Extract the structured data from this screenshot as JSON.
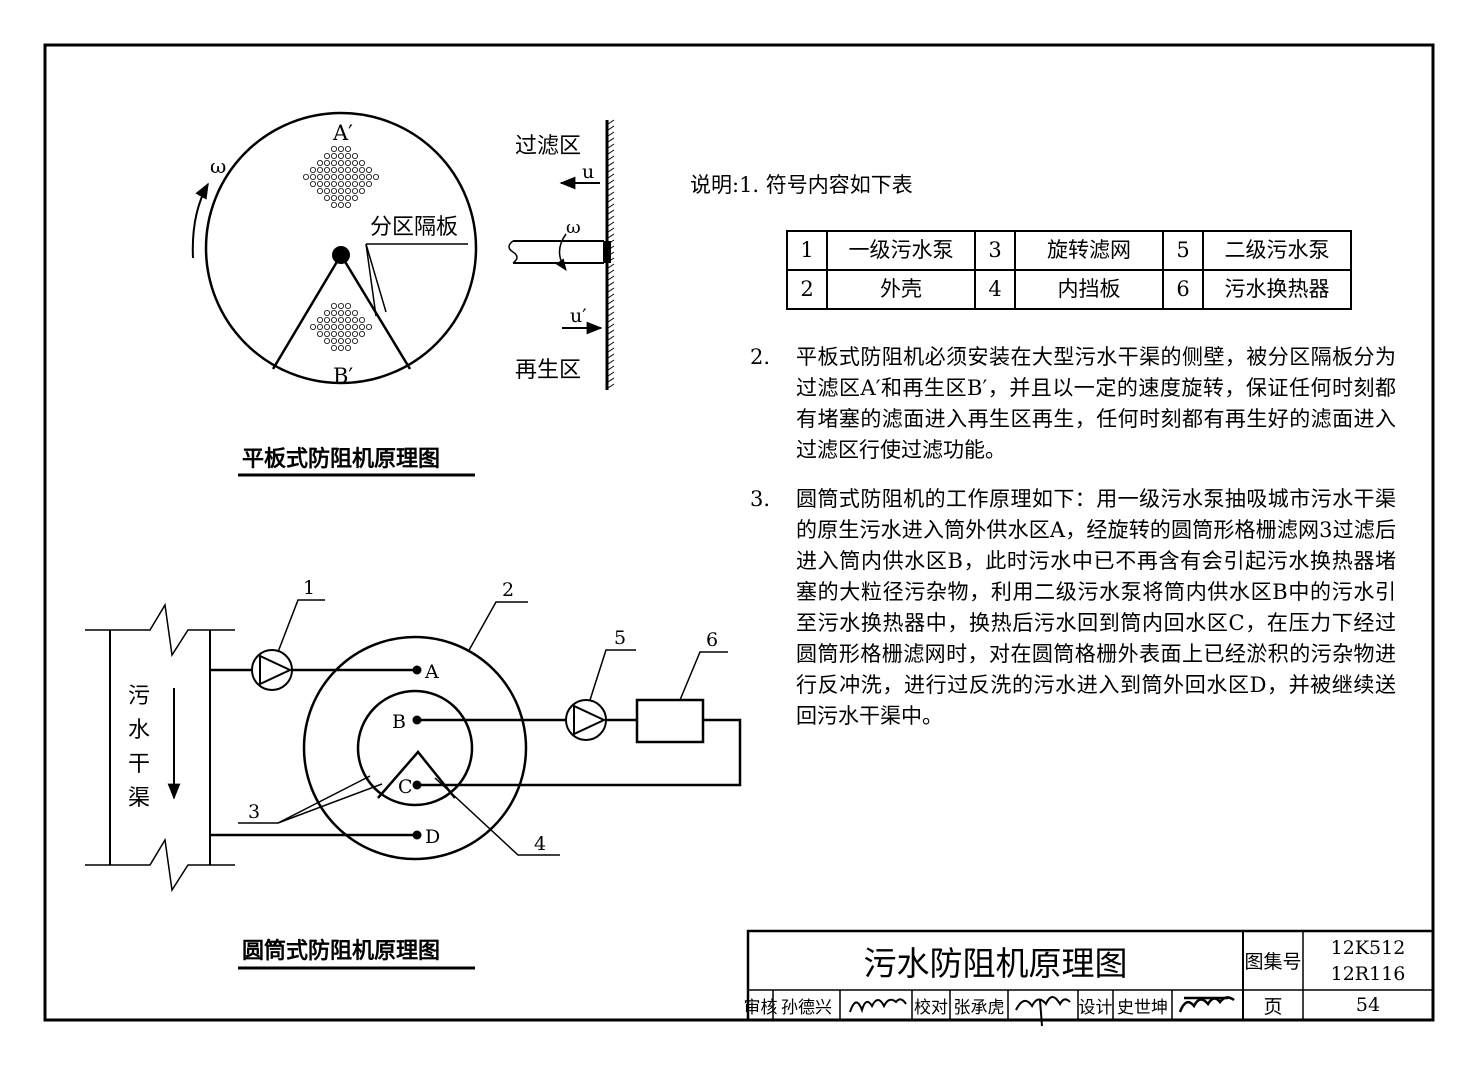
{
  "diagram1": {
    "caption": "平板式防阻机原理图",
    "label_A": "A′",
    "label_B": "B′",
    "omega_left": "ω",
    "partition": "分区隔板",
    "filter_zone": "过滤区",
    "regen_zone": "再生区",
    "u": "u",
    "u_prime": "u′",
    "omega_shaft": "ω"
  },
  "diagram2": {
    "caption": "圆筒式防阻机原理图",
    "channel_chars": [
      "污",
      "水",
      "干",
      "渠"
    ],
    "point_A": "A",
    "point_B": "B",
    "point_C": "C",
    "point_D": "D",
    "tag1": "1",
    "tag2": "2",
    "tag3": "3",
    "tag4": "4",
    "tag5": "5",
    "tag6": "6"
  },
  "notes": {
    "heading": "说明:1. 符号内容如下表",
    "table": [
      [
        "1",
        "一级污水泵",
        "3",
        "旋转滤网",
        "5",
        "二级污水泵"
      ],
      [
        "2",
        "外壳",
        "4",
        "内挡板",
        "6",
        "污水换热器"
      ]
    ],
    "note2_num": "2.",
    "note2": "平板式防阻机必须安装在大型污水干渠的侧壁，被分区隔板分为过滤区A′和再生区B′，并且以一定的速度旋转，保证任何时刻都有堵塞的滤面进入再生区再生，任何时刻都有再生好的滤面进入过滤区行使过滤功能。",
    "note3_num": "3.",
    "note3": "圆筒式防阻机的工作原理如下：用一级污水泵抽吸城市污水干渠的原生污水进入筒外供水区A，经旋转的圆筒形格栅滤网3过滤后进入筒内供水区B，此时污水中已不再含有会引起污水换热器堵塞的大粒径污杂物，利用二级污水泵将筒内供水区B中的污水引至污水换热器中，换热后污水回到筒内回水区C，在压力下经过圆筒形格栅滤网时，对在圆筒格栅外表面上已经淤积的污杂物进行反冲洗，进行过反洗的污水进入到筒外回水区D，并被继续送回污水干渠中。"
  },
  "title_block": {
    "title": "污水防阻机原理图",
    "atlas_label": "图集号",
    "atlas_no1": "12K512",
    "atlas_no2": "12R116",
    "page_label": "页",
    "page_no": "54",
    "review_label": "审核",
    "reviewer": "孙德兴",
    "check_label": "校对",
    "checker": "张承虎",
    "design_label": "设计",
    "designer": "史世坤"
  }
}
